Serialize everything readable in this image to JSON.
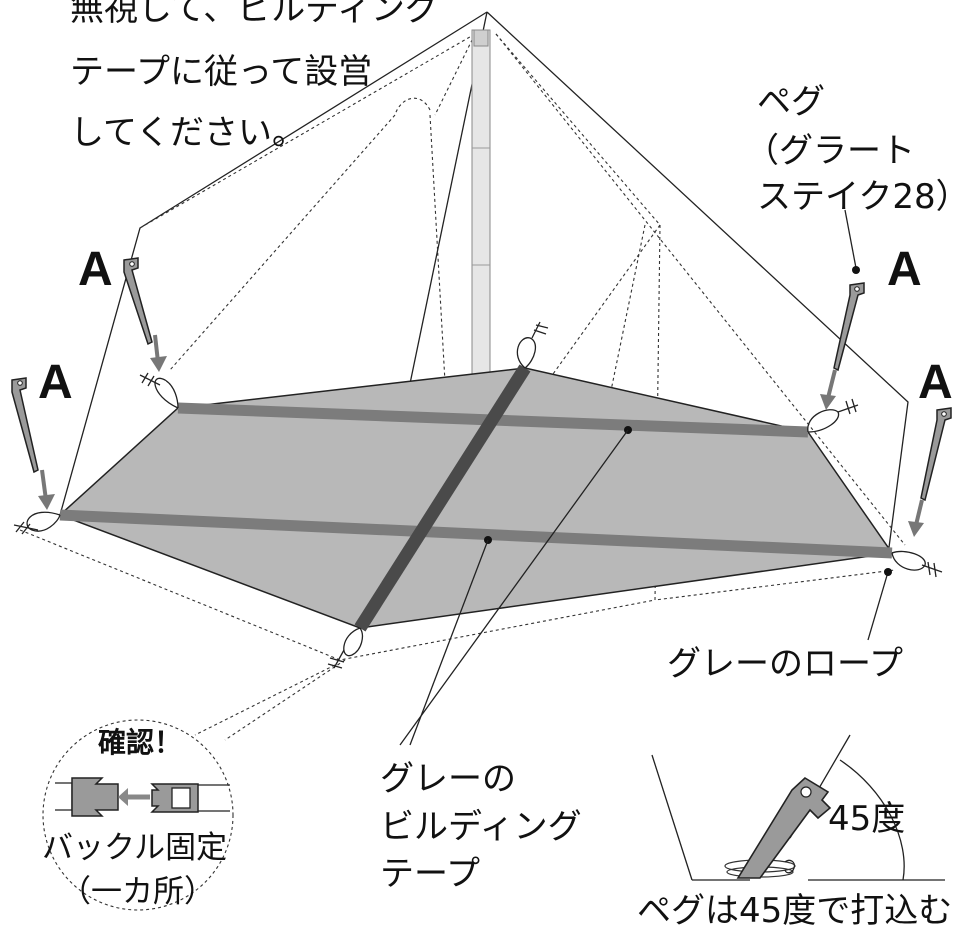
{
  "instructions": {
    "line1": "無視して、ビルディング",
    "line2": "テープに従って設営",
    "line3": "してください。"
  },
  "peg_label": {
    "line1": "ペグ",
    "line2": "（グラート",
    "line3": "ステイク28）"
  },
  "stake_marker": "A",
  "rope_label": "グレーのロープ",
  "tape_label": {
    "line1": "グレーの",
    "line2": "ビルディング",
    "line3": "テープ"
  },
  "buckle_callout": {
    "heading": "確認！",
    "line1": "バックル固定",
    "line2": "（一カ所）"
  },
  "angle_detail": {
    "angle": "45度",
    "caption": "ペグは45度で打込む"
  },
  "colors": {
    "floor": "#b8b8b8",
    "tape": "#7c7c7c",
    "center_tape": "#4a4a4a",
    "pole": "#e6e6e6"
  }
}
